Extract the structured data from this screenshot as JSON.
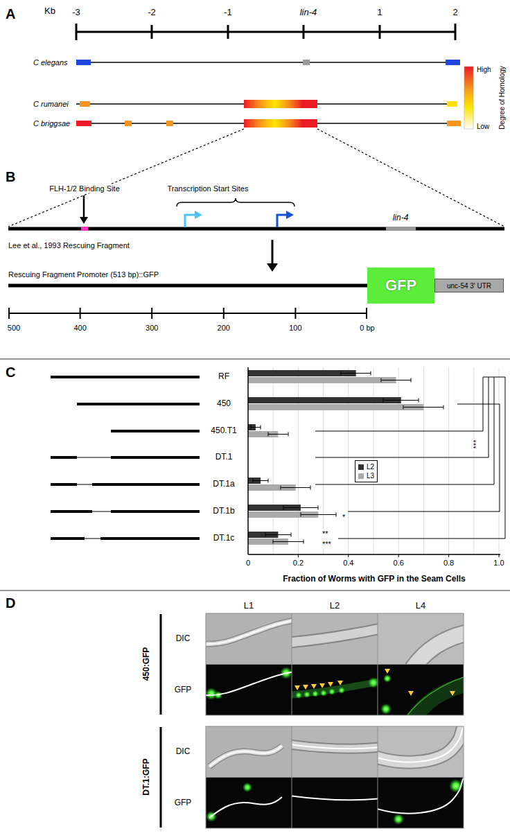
{
  "diagram": {
    "nodes": [
      {
        "text": [
          "GFP"
        ]
      },
      {
        "text": [
          "unc-54 3' UTR"
        ]
      }
    ],
    "labels": [
      "A",
      "Kb",
      "-3",
      "-2",
      "-1",
      "lin-4",
      "1",
      "2",
      "C elegans",
      "C rumanei",
      "C briggsae",
      "High",
      "Low",
      "Degree of Homology",
      "B",
      "FLH-1/2 Binding Site",
      "Transcription Start Sites",
      "lin-4",
      "Lee et al., 1993 Rescuing Fragment",
      "Rescuing Fragment Promoter (513 bp)::GFP",
      "500",
      "400",
      "300",
      "200",
      "100",
      "0 bp",
      "C",
      "RF",
      "450",
      "450.T1",
      "DT.1",
      "DT.1a",
      "DT.1b",
      "DT.1c",
      "***",
      "*",
      "**",
      "***",
      "0",
      "0.2",
      "0.4",
      "0.6",
      "0.8",
      "1.0",
      "Fraction of Worms with GFP in the Seam Cells",
      "D",
      "L1",
      "L2",
      "L4",
      "450:GFP",
      "DT.1:GFP",
      "DIC",
      "GFP",
      "DIC",
      "GFP"
    ],
    "legend": [
      {
        "text": "L2",
        "color": "#333333"
      },
      {
        "text": "L3",
        "color": "#aaaaaa"
      }
    ]
  }
}
